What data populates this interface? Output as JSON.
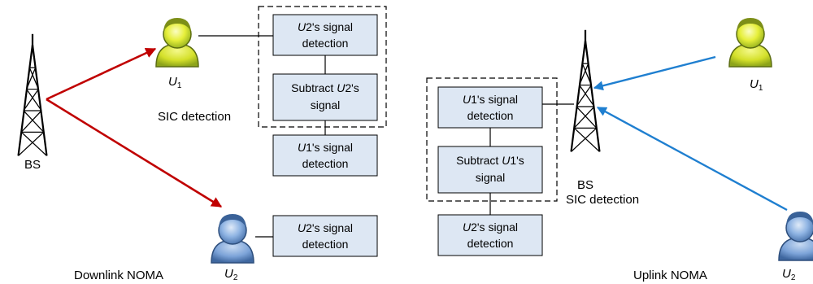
{
  "downlink": {
    "bs_label": "BS",
    "u1": {
      "letter": "U",
      "index": "1"
    },
    "u2": {
      "letter": "U",
      "index": "2"
    },
    "sic_label": "SIC detection",
    "caption": "Downlink NOMA",
    "box_u2_detect_1": {
      "user": "U",
      "idx": "2",
      "rest": "'s signal",
      "line2": "detection"
    },
    "box_subtract": {
      "prefix": "Subtract ",
      "user": "U",
      "idx": "2",
      "rest": "'s",
      "line2": "signal"
    },
    "box_u1_detect": {
      "user": "U",
      "idx": "1",
      "rest": "'s signal",
      "line2": "detection"
    },
    "box_u2_detect_2": {
      "user": "U",
      "idx": "2",
      "rest": "'s signal",
      "line2": "detection"
    },
    "arrow_color": "#c00000"
  },
  "uplink": {
    "bs_label": "BS",
    "u1": {
      "letter": "U",
      "index": "1"
    },
    "u2": {
      "letter": "U",
      "index": "2"
    },
    "sic_label": "SIC detection",
    "caption": "Uplink NOMA",
    "box_u1_detect": {
      "user": "U",
      "idx": "1",
      "rest": "'s signal",
      "line2": "detection"
    },
    "box_subtract": {
      "prefix": "Subtract ",
      "user": "U",
      "idx": "1",
      "rest": "'s",
      "line2": "signal"
    },
    "box_u2_detect": {
      "user": "U",
      "idx": "2",
      "rest": "'s signal",
      "line2": "detection"
    },
    "arrow_color": "#1f7fd0"
  },
  "colors": {
    "box_fill": "#dde7f3",
    "user_yellow": "#e6ef3a",
    "user_blue": "#8fb4e3"
  }
}
